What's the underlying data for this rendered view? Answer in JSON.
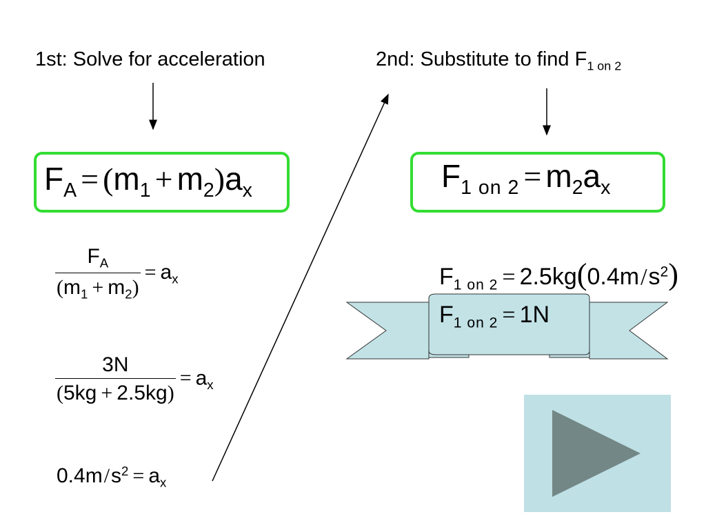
{
  "headings": {
    "left": "1st: Solve for acceleration",
    "right_prefix": "2nd: Substitute to find F",
    "right_sub": "1 on 2"
  },
  "symbols": {
    "F": "F",
    "A": "A",
    "m": "m",
    "a": "a",
    "x": "x",
    "s": "s",
    "one": "1",
    "two": "2",
    "one_on_two": "1 on 2",
    "eq": "=",
    "plus": "+",
    "lpar": "(",
    "rpar": ")",
    "slash": "/"
  },
  "left_eqs": {
    "ex2_num": "3N",
    "ex2_den_a": "5kg",
    "ex2_den_b": "2.5kg",
    "ex3_val": "0.4m",
    "ex3_exp": "2"
  },
  "right_eqs": {
    "subst_val": "2.5kg",
    "subst_acc": "0.4m",
    "subst_exp": "2",
    "result": "1N"
  },
  "colors": {
    "box_border": "#33dd33",
    "banner_fill": "#c2e2e6",
    "button_fill": "#bfe0e5",
    "play_icon": "#738787"
  },
  "icons": {
    "next": "play-triangle-icon"
  }
}
